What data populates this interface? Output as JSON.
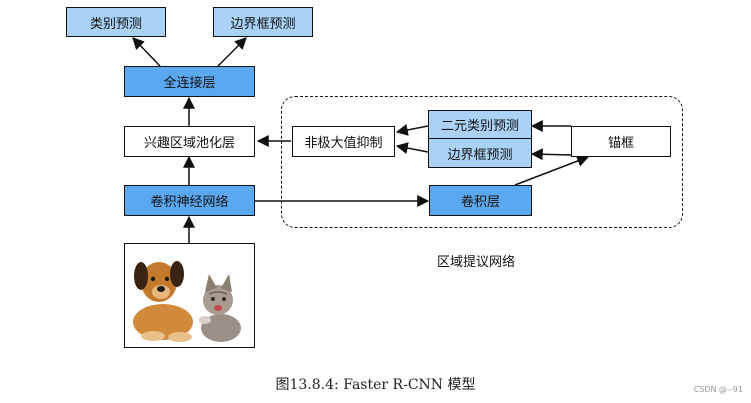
{
  "nodes": {
    "class_pred": "类别预测",
    "bbox_pred": "边界框预测",
    "fc": "全连接层",
    "roi_pool": "兴趣区域池化层",
    "cnn": "卷积神经网络",
    "nms": "非极大值抑制",
    "binary_class_pred": "二元类别预测",
    "rpn_bbox_pred": "边界框预测",
    "anchor": "锚框",
    "conv": "卷积层"
  },
  "region_label": "区域提议网络",
  "caption": "图13.8.4: Faster R-CNN 模型",
  "watermark": "CSDN @--91",
  "colors": {
    "blue": "#5aa9f0",
    "light_blue": "#a9d2f6",
    "border": "#111111"
  },
  "icons": {
    "photo": "puppy-and-kitten-photo"
  }
}
